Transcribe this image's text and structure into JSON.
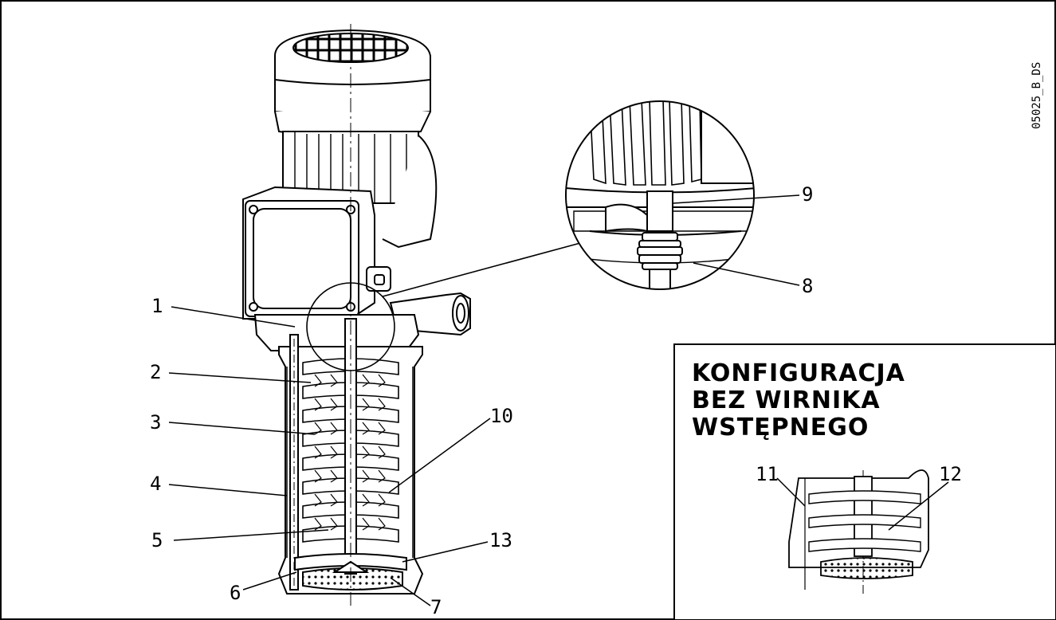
{
  "drawing_code": "05025_B_DS",
  "inset": {
    "title_lines": [
      "KONFIGURACJA",
      "BEZ WIRNIKA",
      "WSTĘPNEGO"
    ]
  },
  "callouts": [
    "1",
    "2",
    "3",
    "4",
    "5",
    "6",
    "7",
    "8",
    "9",
    "10",
    "11",
    "12",
    "13"
  ]
}
